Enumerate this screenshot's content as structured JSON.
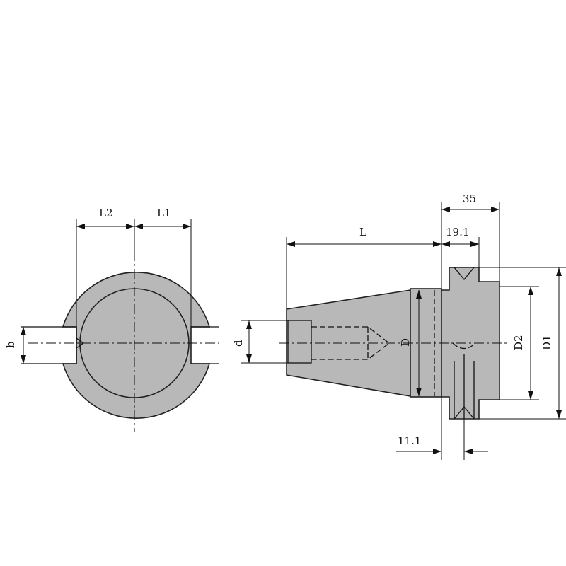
{
  "labels": {
    "L2": "L2",
    "L1": "L1",
    "b": "b",
    "d": "d",
    "L": "L",
    "D": "D",
    "D2": "D2",
    "D1": "D1",
    "dim35": "35",
    "dim19_1": "19.1",
    "dim11_1": "11.1"
  }
}
